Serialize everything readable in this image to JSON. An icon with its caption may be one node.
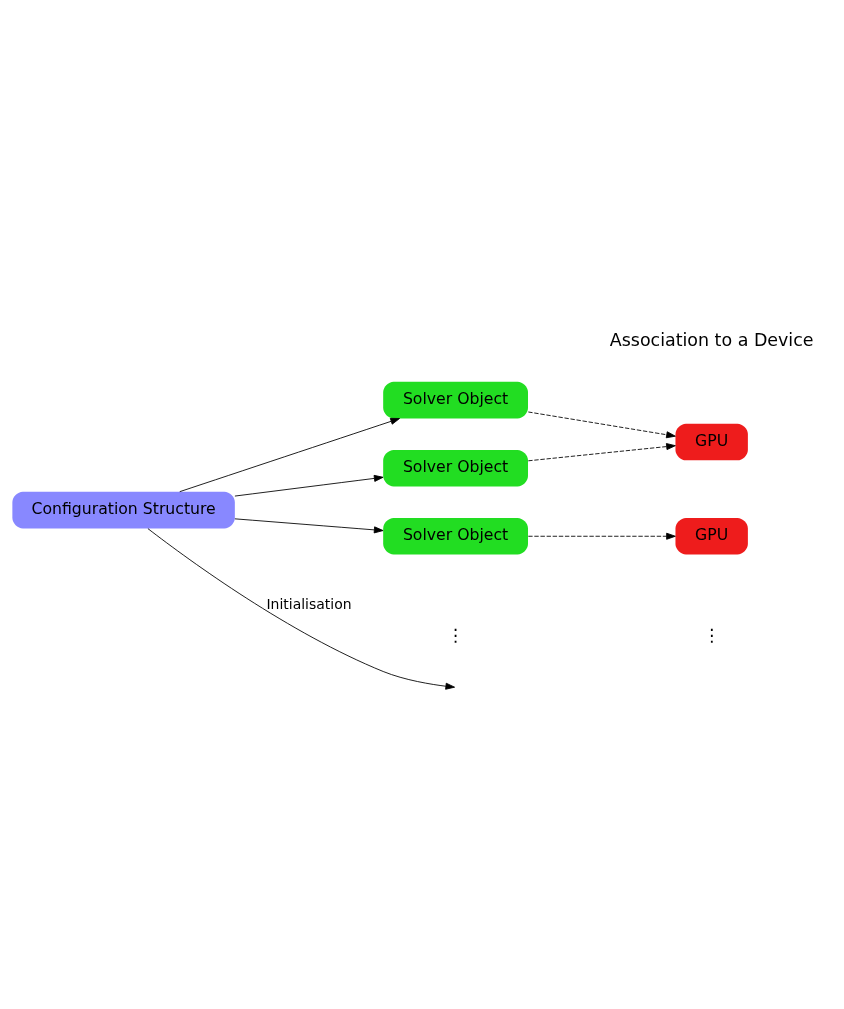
{
  "diagram": {
    "nodes": [
      {
        "text": [
          "Configuration Structure"
        ]
      },
      {
        "text": [
          "Solver Object"
        ]
      },
      {
        "text": [
          "Solver Object"
        ]
      },
      {
        "text": [
          "Solver Object"
        ]
      },
      {
        "text": [
          "GPU"
        ]
      },
      {
        "text": [
          "GPU"
        ]
      }
    ],
    "edges": [
      {
        "from": 0,
        "to": 1,
        "arrow": "to"
      },
      {
        "from": 0,
        "to": 2,
        "arrow": "to"
      },
      {
        "from": 0,
        "to": 3,
        "arrow": "to"
      },
      {
        "from": 0,
        "to": null,
        "arrow": "to",
        "label": "Initialisation"
      },
      {
        "from": 1,
        "to": 4,
        "arrow": "to",
        "style": "dashed"
      },
      {
        "from": 2,
        "to": 4,
        "arrow": "to",
        "style": "dashed"
      },
      {
        "from": 3,
        "to": 5,
        "arrow": "to",
        "style": "dashed"
      }
    ],
    "labels": [
      "Association to a Device",
      "⋮",
      "⋮"
    ]
  }
}
